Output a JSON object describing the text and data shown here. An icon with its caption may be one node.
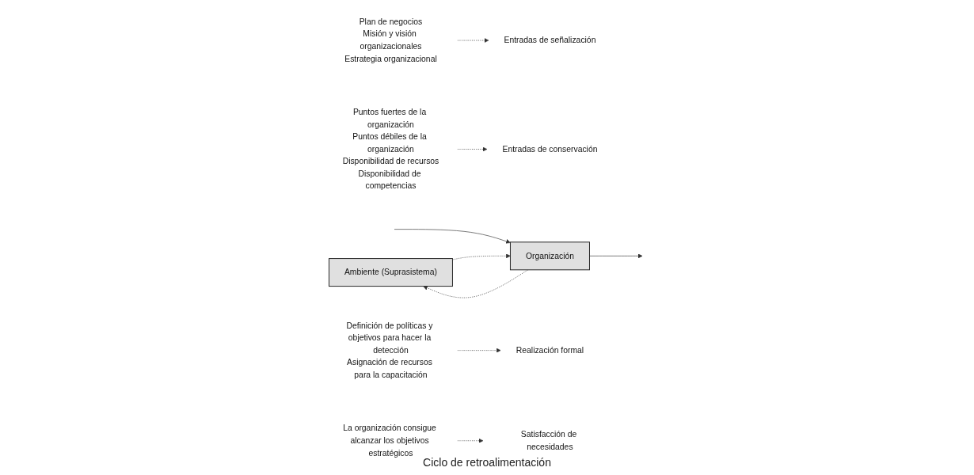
{
  "diagram": {
    "nodes": [
      {
        "text": [
          "Ambiente (Suprasistema)"
        ]
      },
      {
        "text": [
          "Plan de negocios",
          "Misión y visión organizacionales",
          "Estrategia organizacional"
        ]
      },
      {
        "text": [
          "Entradas de señalización"
        ]
      },
      {
        "text": [
          "Entradas de conservación"
        ]
      },
      {
        "text": [
          "Puntos fuertes de la organización",
          "Puntos débiles de la organización",
          "Disponibilidad de recursos",
          "Disponibilidad de competencias"
        ]
      },
      {
        "text": [
          "Organización"
        ]
      },
      {
        "text": [
          "Definición de políticas y objetivos para hacer la detección",
          "Asignación de recursos para la capacitación"
        ]
      },
      {
        "text": [
          "Realización formal"
        ]
      },
      {
        "text": [
          "Satisfacción de necesidades"
        ]
      },
      {
        "text": [
          "La organización consigue alcanzar los objetivos estratégicos"
        ]
      }
    ],
    "edges": [
      {
        "from": 1,
        "to": 2,
        "arrow": "to",
        "style": "dashed"
      },
      {
        "from": 4,
        "to": 3,
        "arrow": "to",
        "style": "dashed"
      },
      {
        "from": null,
        "to": 5,
        "arrow": "to"
      },
      {
        "from": 5,
        "to": null,
        "arrow": "to"
      },
      {
        "from": 5,
        "to": 0,
        "arrow": "to",
        "style": "dashed"
      },
      {
        "from": 0,
        "to": 5,
        "arrow": "to",
        "style": "dashed"
      },
      {
        "from": 6,
        "to": 7,
        "arrow": "to",
        "style": "dashed"
      },
      {
        "from": 9,
        "to": 8,
        "arrow": "to",
        "style": "dashed"
      }
    ],
    "labels": [
      "Ciclo de retroalimentación"
    ]
  }
}
